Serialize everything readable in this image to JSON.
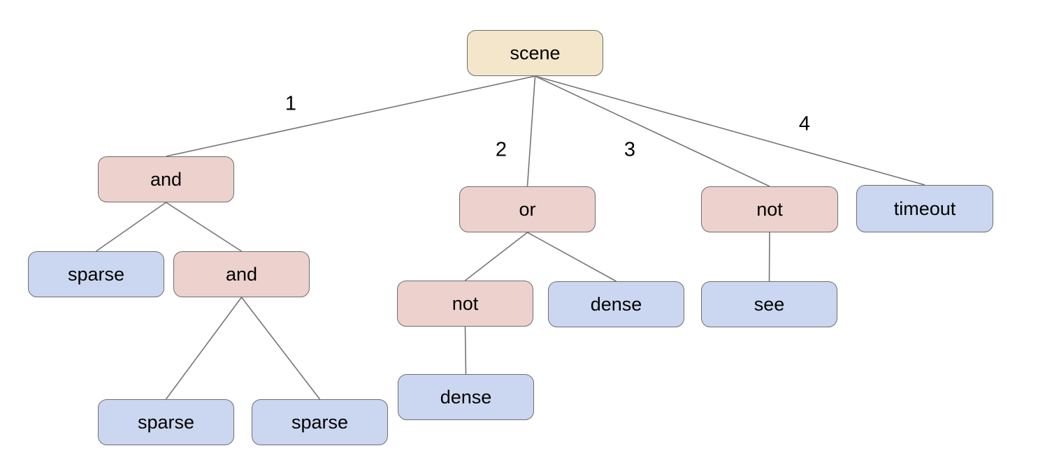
{
  "diagram": {
    "type": "tree",
    "root": "scene"
  },
  "colors": {
    "root_fill": "#f4e6cb",
    "operator_fill": "#ecd1cd",
    "leaf_fill": "#cbd7f0",
    "node_border": "#6e6e6e",
    "edge_line": "#757575",
    "text": "#000000",
    "background": "#ffffff"
  },
  "nodes": {
    "scene": {
      "label": "scene",
      "kind": "root"
    },
    "and1": {
      "label": "and",
      "kind": "operator"
    },
    "or1": {
      "label": "or",
      "kind": "operator"
    },
    "not1": {
      "label": "not",
      "kind": "operator"
    },
    "timeout1": {
      "label": "timeout",
      "kind": "leaf"
    },
    "sparse1": {
      "label": "sparse",
      "kind": "leaf"
    },
    "and2": {
      "label": "and",
      "kind": "operator"
    },
    "not2": {
      "label": "not",
      "kind": "operator"
    },
    "dense1": {
      "label": "dense",
      "kind": "leaf"
    },
    "see1": {
      "label": "see",
      "kind": "leaf"
    },
    "sparse2": {
      "label": "sparse",
      "kind": "leaf"
    },
    "sparse3": {
      "label": "sparse",
      "kind": "leaf"
    },
    "dense2": {
      "label": "dense",
      "kind": "leaf"
    }
  },
  "edges": [
    {
      "from": "scene",
      "to": "and1",
      "label": "1"
    },
    {
      "from": "scene",
      "to": "or1",
      "label": "2"
    },
    {
      "from": "scene",
      "to": "not1",
      "label": "3"
    },
    {
      "from": "scene",
      "to": "timeout1",
      "label": "4"
    },
    {
      "from": "and1",
      "to": "sparse1",
      "label": ""
    },
    {
      "from": "and1",
      "to": "and2",
      "label": ""
    },
    {
      "from": "and2",
      "to": "sparse2",
      "label": ""
    },
    {
      "from": "and2",
      "to": "sparse3",
      "label": ""
    },
    {
      "from": "or1",
      "to": "not2",
      "label": ""
    },
    {
      "from": "or1",
      "to": "dense1",
      "label": ""
    },
    {
      "from": "not2",
      "to": "dense2",
      "label": ""
    },
    {
      "from": "not1",
      "to": "see1",
      "label": ""
    }
  ]
}
